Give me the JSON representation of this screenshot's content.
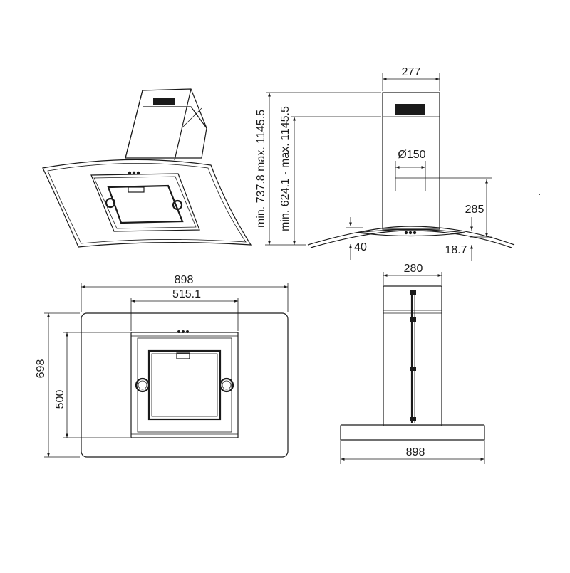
{
  "dimensions": {
    "side_top_width": "277",
    "duct_diameter": "Ø150",
    "duct_offset": "285",
    "glass_height": "40",
    "glass_thickness": "18.7",
    "height_range_total": "min. 737.8 max. 1145.5",
    "height_range_chimney": "min. 624.1 - max. 1145.5",
    "front_width": "898",
    "front_inner_width": "515.1",
    "front_height": "698",
    "front_inner_height": "500",
    "top_depth": "280",
    "top_width": "898"
  }
}
